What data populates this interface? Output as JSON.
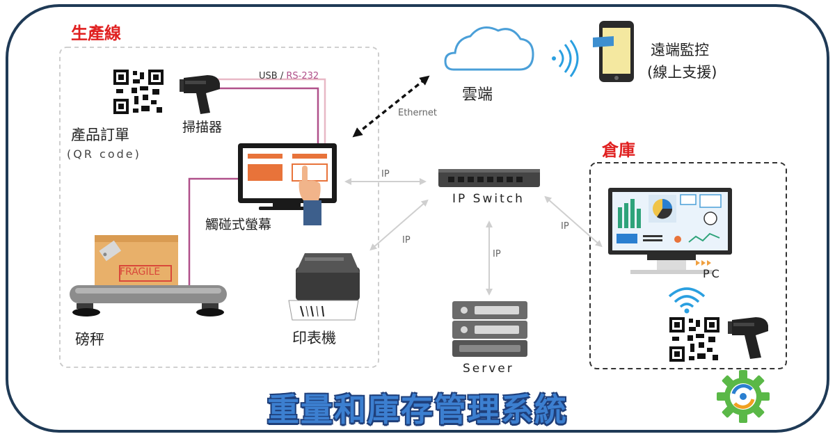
{
  "title": "重量和庫存管理系統",
  "sections": {
    "production_line": "生產線",
    "warehouse": "倉庫"
  },
  "labels": {
    "product_order": "產品訂單",
    "qr_code": "(QR code)",
    "scanner": "掃描器",
    "usb": "USB / ",
    "rs232": "RS-232",
    "touchscreen": "觸碰式螢幕",
    "scale": "磅秤",
    "printer": "印表機",
    "cloud": "雲端",
    "remote_monitor_1": "遠端監控",
    "remote_monitor_2": "(線上支援)",
    "ethernet": "Ethernet",
    "ip_switch": "IP Switch",
    "server": "Server",
    "pc": "PC",
    "ip1": "IP",
    "ip2": "IP",
    "ip3": "IP",
    "ip4": "IP",
    "fragile": "FRAGILE"
  },
  "colors": {
    "frame": "#1f3a56",
    "section_title": "#e02020",
    "title_fill": "#3c7fd0",
    "title_outline": "#1f3f7a",
    "cable_purple": "#b0508a",
    "cable_pink": "#e8b8c6",
    "arrow_gray": "#d0d0d0",
    "ui_orange": "#e8733a",
    "wifi_blue": "#2a9fe0"
  },
  "icons": [
    "qr-code-icon",
    "barcode-scanner-icon",
    "touchscreen-monitor-icon",
    "hand-pointer-icon",
    "package-box-icon",
    "weighing-scale-icon",
    "label-printer-icon",
    "cloud-icon",
    "wifi-signal-icon",
    "smartphone-icon",
    "network-switch-icon",
    "server-rack-icon",
    "pc-dashboard-icon",
    "gear-logo-icon"
  ]
}
